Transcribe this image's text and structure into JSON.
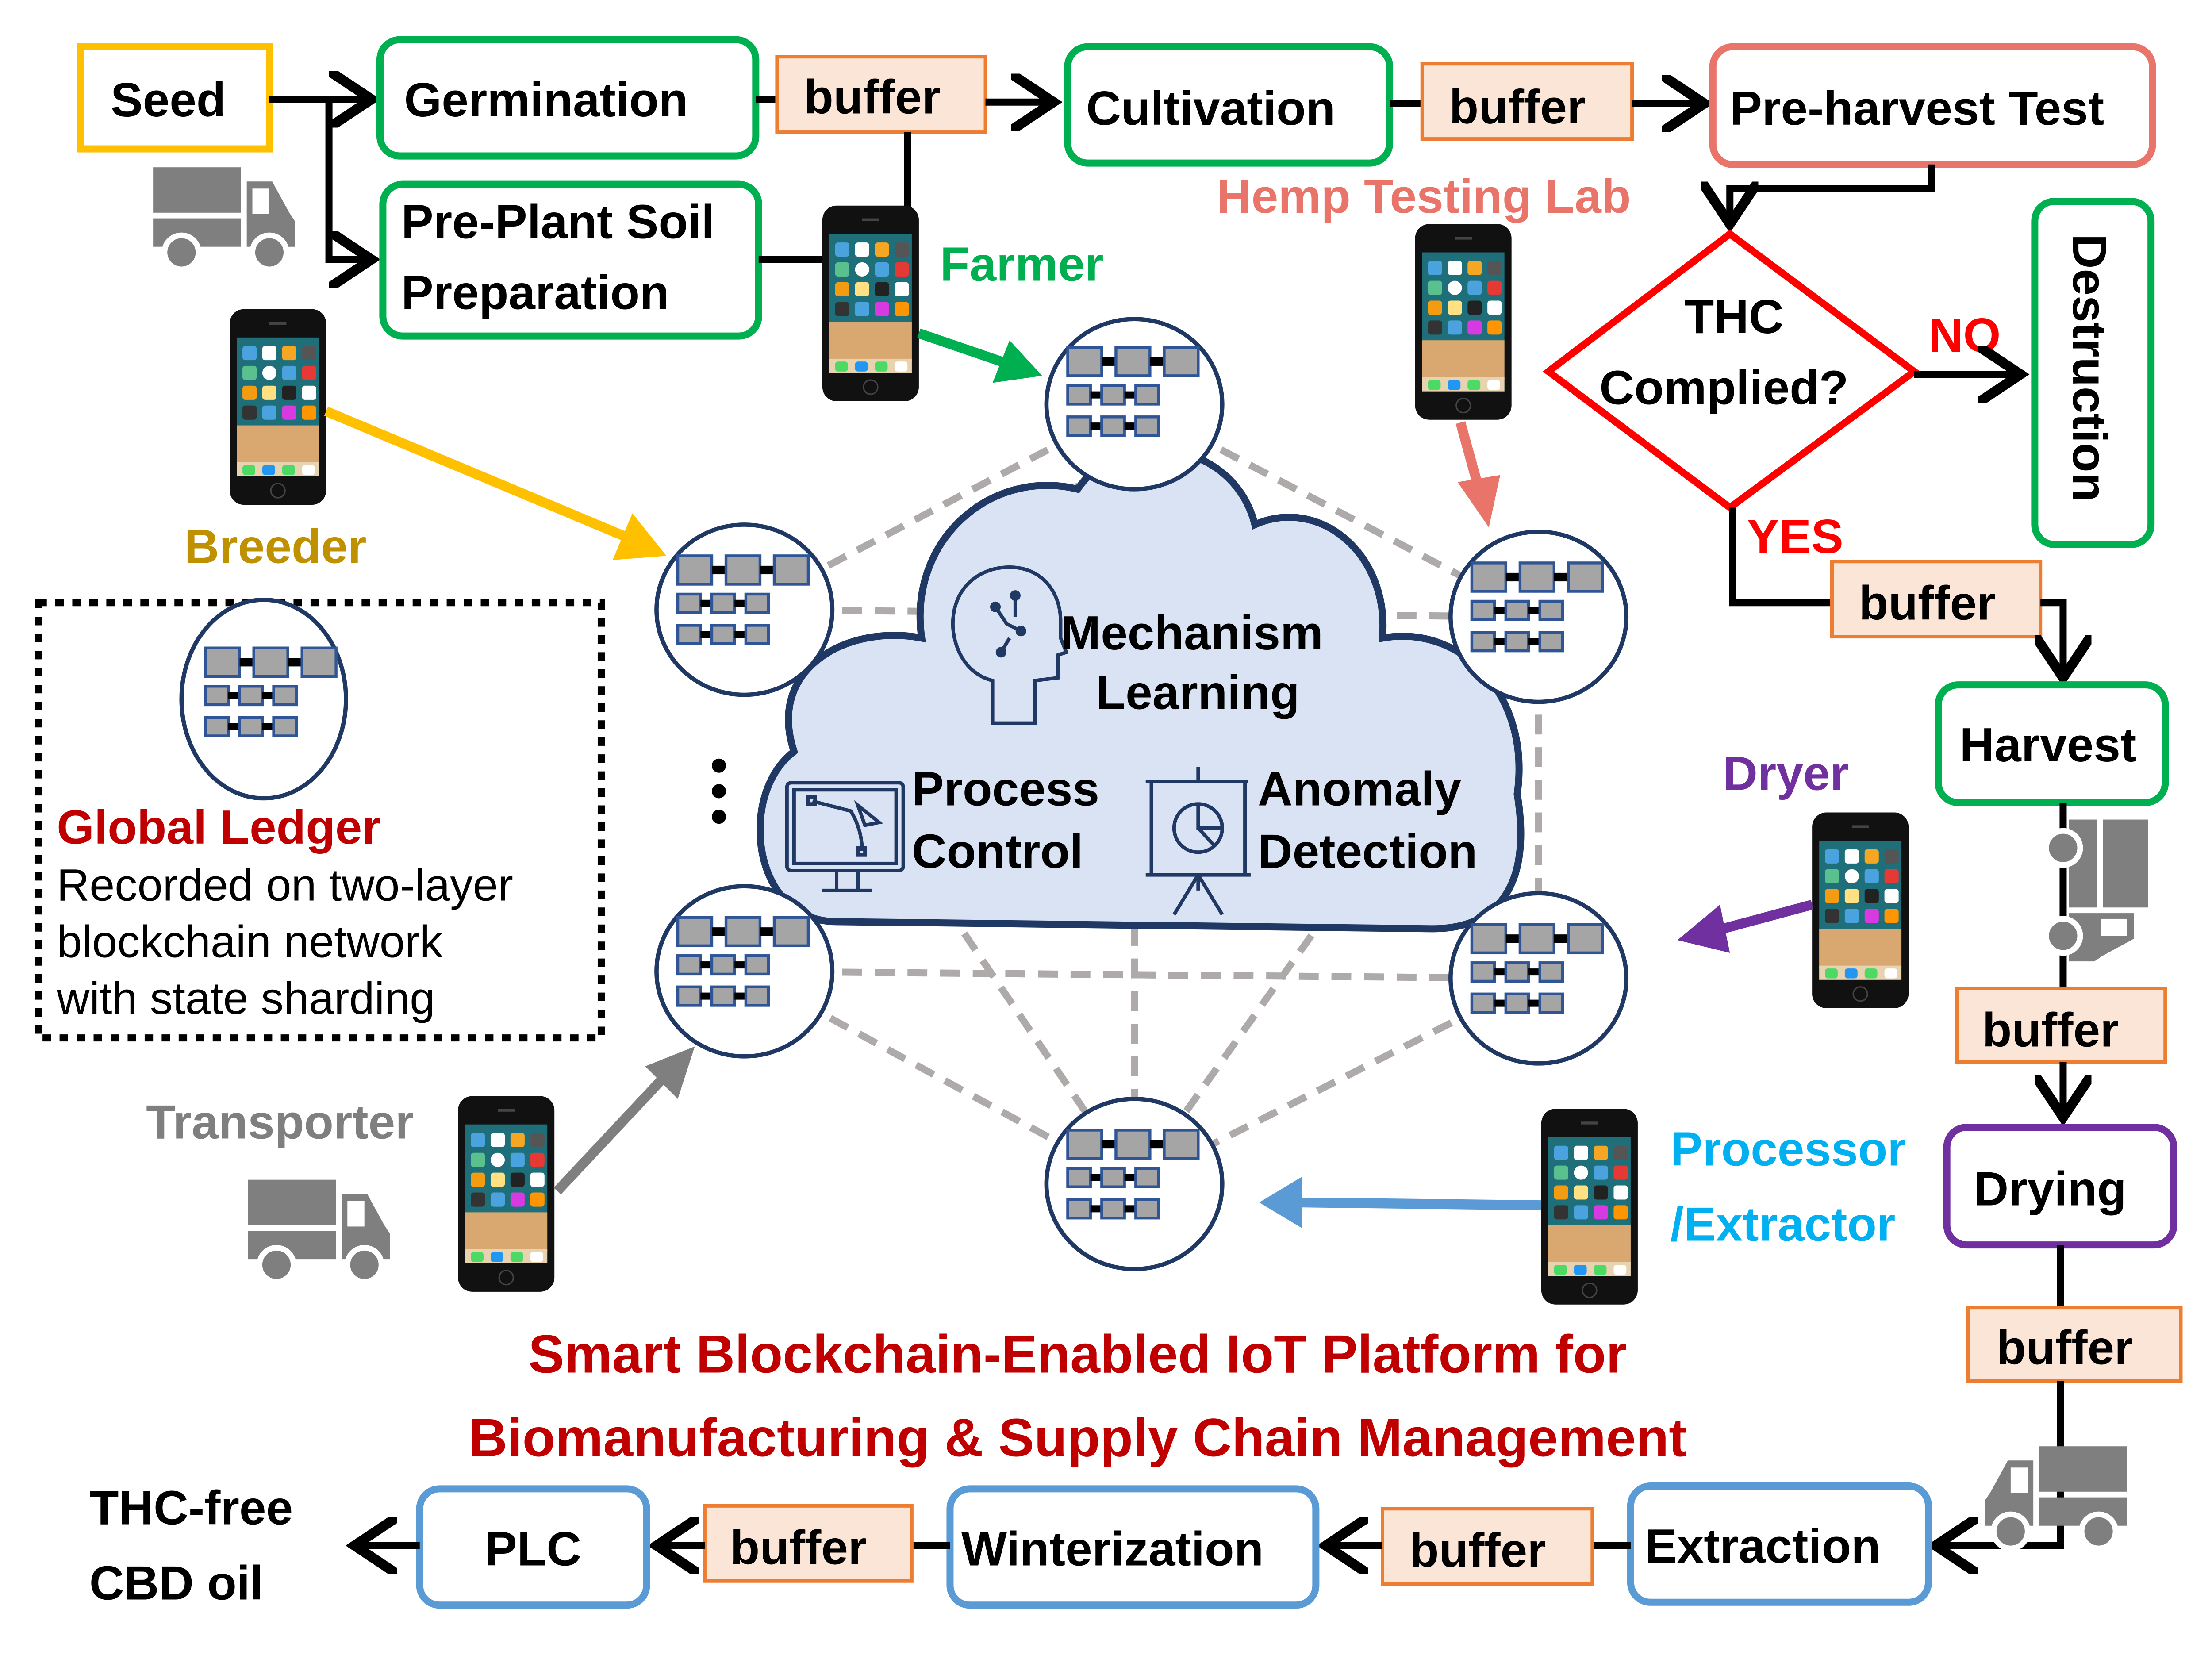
{
  "title": {
    "line1": "Smart Blockchain-Enabled IoT Platform for",
    "line2": "Biomanufacturing & Supply Chain Management",
    "color": "#c00000"
  },
  "process_steps": {
    "seed": "Seed",
    "germination": "Germination",
    "soil_prep_line1": "Pre-Plant Soil",
    "soil_prep_line2": "Preparation",
    "cultivation": "Cultivation",
    "pre_harvest_test": "Pre-harvest Test",
    "decision_line1": "THC",
    "decision_line2": "Complied?",
    "no_label": "NO",
    "yes_label": "YES",
    "destruction": "Destruction",
    "harvest": "Harvest",
    "drying": "Drying",
    "extraction": "Extraction",
    "winterization": "Winterization",
    "plc": "PLC",
    "output_line1": "THC-free",
    "output_line2": "CBD oil",
    "buffer": "buffer"
  },
  "actors": {
    "farmer": {
      "label": "Farmer",
      "color": "#00b050"
    },
    "breeder": {
      "label": "Breeder",
      "color": "#bf9000"
    },
    "hemp_lab": {
      "label": "Hemp Testing Lab",
      "color": "#e9746a"
    },
    "dryer": {
      "label": "Dryer",
      "color": "#7030a0"
    },
    "processor_line1": {
      "label": "Processor",
      "color": "#00b0f0"
    },
    "processor_line2": {
      "label": "/Extractor",
      "color": "#00b0f0"
    },
    "transporter": {
      "label": "Transporter",
      "color": "#7f7f7f"
    }
  },
  "cloud": {
    "item1_line1": "Mechanism",
    "item1_line2": "Learning",
    "item2_line1": "Process",
    "item2_line2": "Control",
    "item3_line1": "Anomaly",
    "item3_line2": "Detection",
    "icons": [
      "brain-circuit-icon",
      "monitor-curve-icon",
      "presentation-chart-icon"
    ]
  },
  "legend": {
    "title": "Global Ledger",
    "line1": "Recorded on two-layer",
    "line2": "blockchain network",
    "line3": "with state sharding"
  },
  "colors": {
    "green_box": "#00b050",
    "yellow_box": "#ffc000",
    "salmon_box": "#e9746a",
    "purple_box": "#7030a0",
    "blue_box": "#5b9bd5",
    "red_decision": "#ff0000",
    "buffer_fill": "#fbe5d6",
    "buffer_border": "#ed7d31",
    "cloud_fill": "#dae3f3",
    "cloud_border": "#203864"
  }
}
